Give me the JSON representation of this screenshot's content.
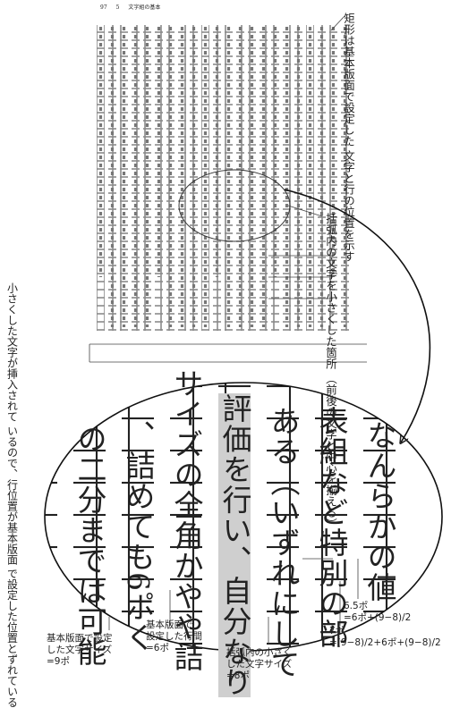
{
  "header": {
    "page_number": "97",
    "chapter_number": "5",
    "chapter_title": "文字組の基本"
  },
  "annotations": {
    "rectangle_note": "矩形は基本版面で設定した\n文字と行の位置を示す",
    "arc_note": "括弧内の文字を小さくした箇所\n（前後の文字と中心を揃える）",
    "shift_note": "小さくした文字が挿入されて\nいるので、行位置が基本版面\nで設定した位置とずれている"
  },
  "zoom": {
    "columns": [
      {
        "text": "なんらかの値"
      },
      {
        "text": "表組など特別の部"
      },
      {
        "text": "ある（いずれにして"
      },
      {
        "text": "評価を行い、自分なり"
      },
      {
        "text": "サイズの全角かやや詰"
      },
      {
        "text": "、詰めても6ポく"
      },
      {
        "text": "の二分までは可能"
      }
    ]
  },
  "labels": {
    "base_char_size": [
      "基本版面で設定",
      "した文字サイズ",
      "=9ポ"
    ],
    "base_line_gap": [
      "基本版面で",
      "設定した行間",
      "=6ポ"
    ],
    "bracket_char_size": [
      "括弧内の小さく",
      "した文字サイズ",
      "=8ポ"
    ],
    "formula_65": [
      "6.5ポ",
      "=6ポ+(9−8)/2"
    ],
    "formula_7": [
      "7ポ",
      "=(9−8)/2+6ポ+(9−8)/2"
    ]
  }
}
